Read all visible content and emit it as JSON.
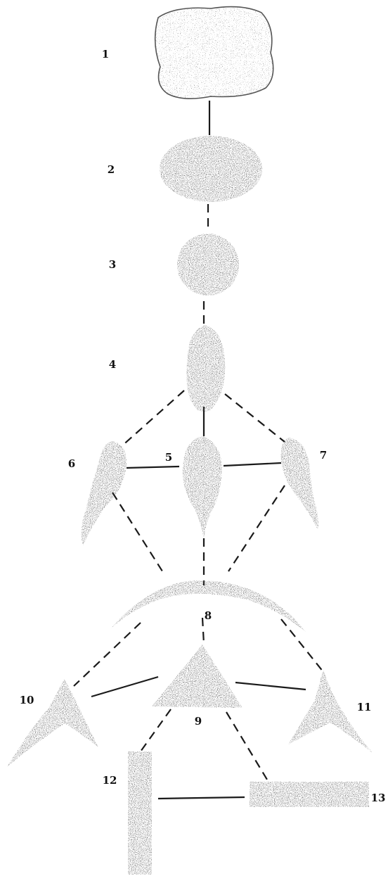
{
  "diagram": {
    "nodes": [
      {
        "id": "1",
        "label": "1",
        "shape": "irregular-outline-blob",
        "fill": "sparse"
      },
      {
        "id": "2",
        "label": "2",
        "shape": "ellipse",
        "fill": "dense"
      },
      {
        "id": "3",
        "label": "3",
        "shape": "circle",
        "fill": "dense"
      },
      {
        "id": "4",
        "label": "4",
        "shape": "teardrop",
        "fill": "dense"
      },
      {
        "id": "5",
        "label": "5",
        "shape": "teardrop",
        "fill": "dense"
      },
      {
        "id": "6",
        "label": "6",
        "shape": "comet-left",
        "fill": "dense"
      },
      {
        "id": "7",
        "label": "7",
        "shape": "comet-right",
        "fill": "dense"
      },
      {
        "id": "8",
        "label": "8",
        "shape": "arc",
        "fill": "dense"
      },
      {
        "id": "9",
        "label": "9",
        "shape": "triangle",
        "fill": "dense"
      },
      {
        "id": "10",
        "label": "10",
        "shape": "chevron-left",
        "fill": "dense"
      },
      {
        "id": "11",
        "label": "11",
        "shape": "chevron-right",
        "fill": "dense"
      },
      {
        "id": "12",
        "label": "12",
        "shape": "vertical-bar",
        "fill": "dense"
      },
      {
        "id": "13",
        "label": "13",
        "shape": "horizontal-bar",
        "fill": "dense"
      }
    ],
    "edges": [
      {
        "from": "1",
        "to": "2",
        "style": "solid"
      },
      {
        "from": "2",
        "to": "3",
        "style": "dashed"
      },
      {
        "from": "3",
        "to": "4",
        "style": "dashed"
      },
      {
        "from": "4",
        "to": "5",
        "style": "solid"
      },
      {
        "from": "4",
        "to": "6",
        "style": "dashed"
      },
      {
        "from": "4",
        "to": "7",
        "style": "dashed"
      },
      {
        "from": "5",
        "to": "6",
        "style": "solid"
      },
      {
        "from": "5",
        "to": "7",
        "style": "solid"
      },
      {
        "from": "5",
        "to": "8",
        "style": "dashed"
      },
      {
        "from": "6",
        "to": "8",
        "style": "dashed"
      },
      {
        "from": "7",
        "to": "8",
        "style": "dashed"
      },
      {
        "from": "8",
        "to": "9",
        "style": "dashed"
      },
      {
        "from": "8",
        "to": "10",
        "style": "dashed"
      },
      {
        "from": "8",
        "to": "11",
        "style": "dashed"
      },
      {
        "from": "9",
        "to": "10",
        "style": "solid"
      },
      {
        "from": "9",
        "to": "11",
        "style": "solid"
      },
      {
        "from": "9",
        "to": "12",
        "style": "dashed"
      },
      {
        "from": "9",
        "to": "13",
        "style": "dashed"
      },
      {
        "from": "12",
        "to": "13",
        "style": "solid"
      }
    ],
    "colors": {
      "ink": "#1a1a1a",
      "outline": "#555555",
      "background": "#ffffff"
    }
  }
}
